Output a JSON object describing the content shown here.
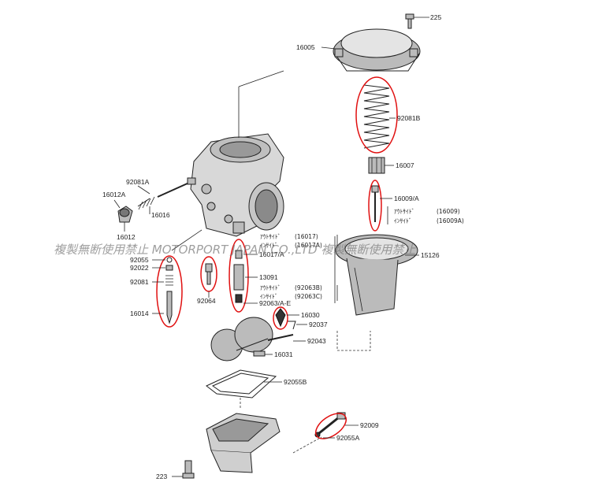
{
  "watermark": "複製無断使用禁止 MOTORPORT JAPAN CO.,LTD 複製無断使用禁止",
  "highlight_color": "#e01010",
  "parts": {
    "p225": "225",
    "p16005": "16005",
    "p92081b": "92081B",
    "p16007": "16007",
    "p16009": "16009/A",
    "p16009_outside_label": "ｱｳﾄｻｲﾄﾞ",
    "p16009_outside_code": "(16009)",
    "p16009_inside_label": "ｲﾝｻｲﾄﾞ",
    "p16009_inside_code": "(16009A)",
    "p15126": "15126",
    "p92081a": "92081A",
    "p16012a": "16012A",
    "p16016": "16016",
    "p16012": "16012",
    "p16017_outside_label": "ｱｳﾄｻｲﾄﾞ",
    "p16017_outside_code": "(16017)",
    "p16017_inside_label": "ｲﾝｻｲﾄﾞ",
    "p16017_inside_code": "(16017A)",
    "p16017a": "16017/A",
    "p92055": "92055",
    "p92022": "92022",
    "p92081": "92081",
    "p13091": "13091",
    "p92063_outside_label": "ｱｳﾄｻｲﾄﾞ",
    "p92063_outside_code": "(92063B)",
    "p92063_inside_label": "ｲﾝｻｲﾄﾞ",
    "p92063_inside_code": "(92063C)",
    "p92063": "92063/A-E",
    "p92064": "92064",
    "p16014": "16014",
    "p16030": "16030",
    "p92037": "92037",
    "p92043": "92043",
    "p16031": "16031",
    "p92055b": "92055B",
    "p92009": "92009",
    "p92055a": "92055A",
    "p223": "223"
  }
}
